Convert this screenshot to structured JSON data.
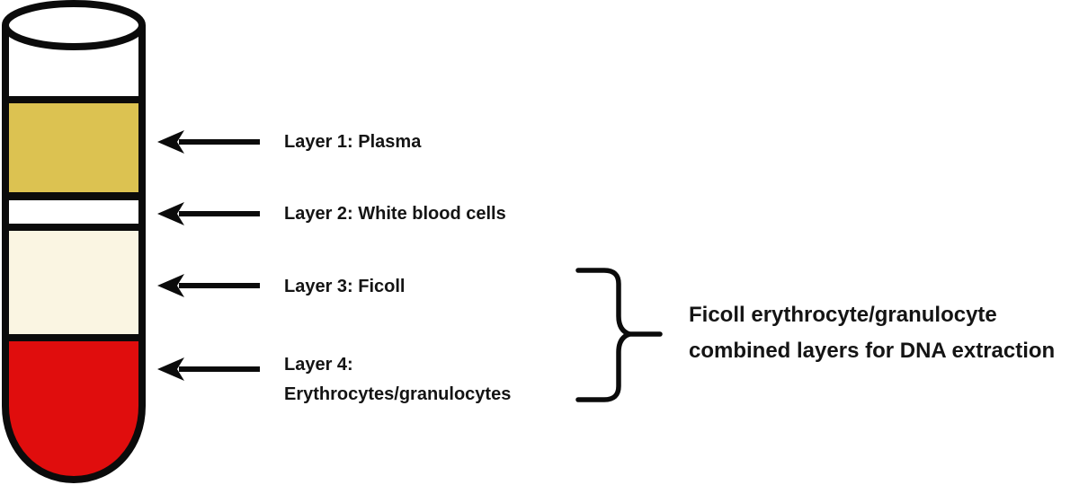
{
  "diagram": {
    "outline_color": "#0b0b0b",
    "layers": [
      {
        "label": "Layer 1: Plasma",
        "color": "#dcc251"
      },
      {
        "label": "Layer 2: White blood cells",
        "color": "#ffffff"
      },
      {
        "label": "Layer 3: Ficoll",
        "color": "#faf5e2"
      },
      {
        "label_line1": "Layer 4:",
        "label_line2": "Erythrocytes/granulocytes",
        "color": "#e00d0d"
      }
    ],
    "annotation": {
      "line1": "Ficoll erythrocyte/granulocyte",
      "line2": "combined layers for DNA extraction"
    },
    "icons": {
      "arrow": "arrow-left-icon",
      "brace": "right-curly-brace-icon"
    }
  }
}
